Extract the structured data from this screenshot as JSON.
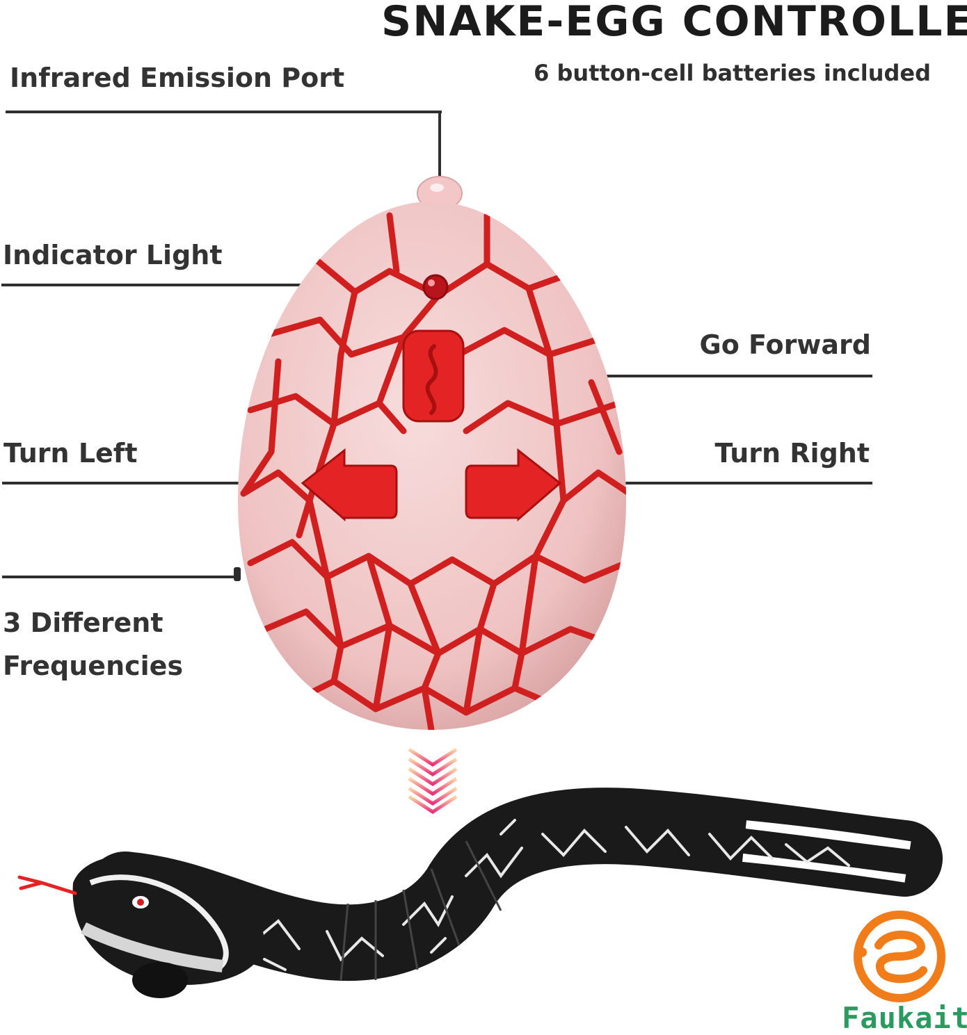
{
  "header": {
    "title": "SNAKE-EGG CONTROLLER",
    "subtitle": "6 button-cell batteries included"
  },
  "callouts": {
    "infrared_port": "Infrared Emission Port",
    "indicator_light": "Indicator Light",
    "go_forward": "Go Forward",
    "turn_left": "Turn Left",
    "turn_right": "Turn Right",
    "frequencies": "3 Different Frequencies"
  },
  "brand": {
    "name": "Faukait"
  },
  "colors": {
    "egg_base": "#f2c9c9",
    "egg_cracks": "#d01f1f",
    "button_red": "#e42424",
    "snake_black": "#1a1a1a",
    "brand_orange": "#f07d1a",
    "brand_green": "#2a9a5f",
    "arrow_pink": "#e9307a"
  },
  "icons": {
    "forward_button": "snake-squiggle-icon",
    "left_button": "arrow-left-icon",
    "right_button": "arrow-right-icon",
    "indicator": "led-dot-icon",
    "flow_arrow": "chevrons-down-icon",
    "brand_logo": "snake-coil-logo-icon"
  }
}
